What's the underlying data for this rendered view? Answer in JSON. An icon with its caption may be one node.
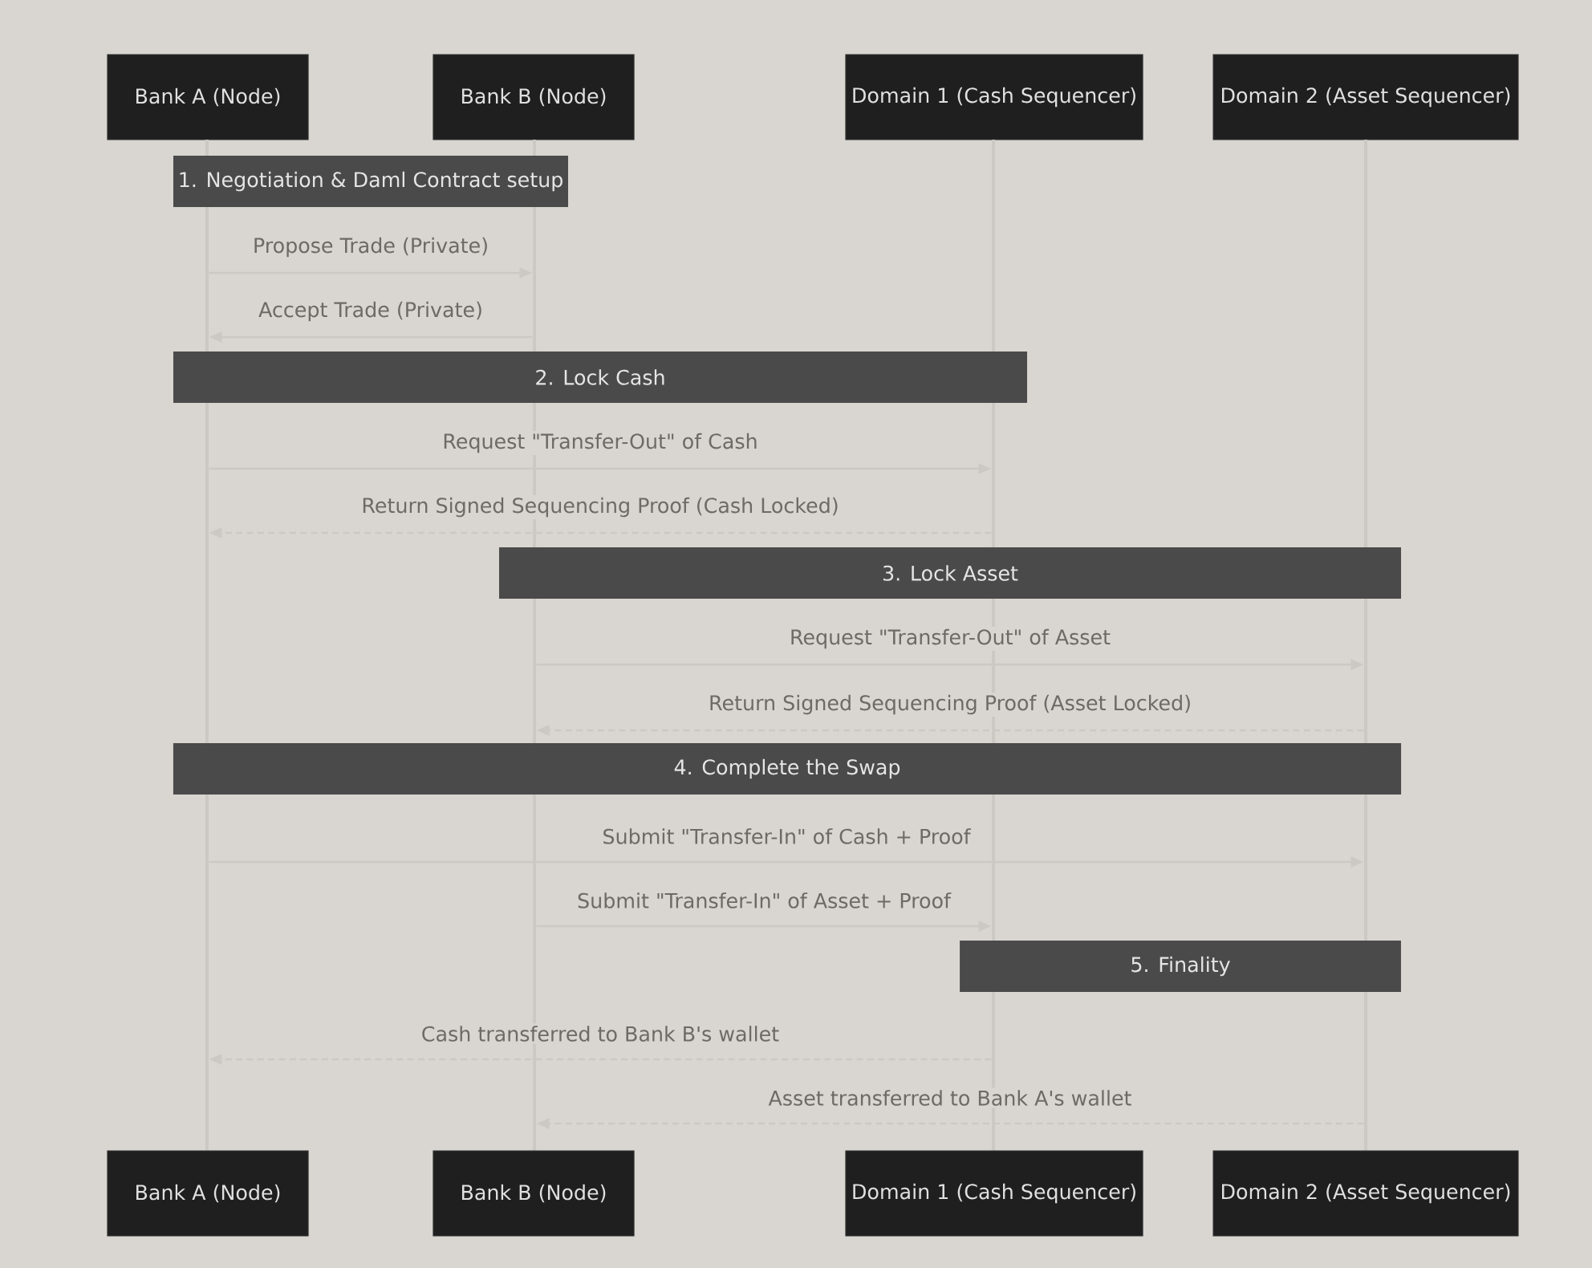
{
  "diagram": {
    "nodes": [
      {
        "text": [
          "Bank A (Node)"
        ]
      },
      {
        "text": [
          "Bank B (Node)"
        ]
      },
      {
        "text": [
          "Domain 1 (Cash Sequencer)"
        ]
      },
      {
        "text": [
          "Domain 2 (Asset Sequencer)"
        ]
      },
      {
        "text": [],
        "shape": "bar"
      },
      {
        "text": [],
        "shape": "bar"
      },
      {
        "text": [],
        "shape": "bar"
      },
      {
        "text": [],
        "shape": "bar"
      },
      {
        "text": [
          "1. Negotiation & Daml Contract setup"
        ]
      },
      {
        "text": [
          "2. Lock Cash"
        ]
      },
      {
        "text": [
          "3. Lock Asset"
        ]
      },
      {
        "text": [
          "4. Complete the Swap"
        ]
      },
      {
        "text": [
          "5. Finality"
        ]
      },
      {
        "text": [
          "Bank A (Node)"
        ]
      },
      {
        "text": [
          "Bank B (Node)"
        ]
      },
      {
        "text": [
          "Domain 1 (Cash Sequencer)"
        ]
      },
      {
        "text": [
          "Domain 2 (Asset Sequencer)"
        ]
      }
    ],
    "edges": [
      {
        "from": 4,
        "to": 5,
        "arrow": "to",
        "label": "Propose Trade (Private)"
      },
      {
        "from": 5,
        "to": 4,
        "arrow": "to",
        "label": "Accept Trade (Private)"
      },
      {
        "from": 4,
        "to": 6,
        "arrow": "to",
        "label": "Request \"Transfer-Out\" of Cash"
      },
      {
        "from": 6,
        "to": 4,
        "arrow": "to",
        "label": "Return Signed Sequencing Proof (Cash Locked)",
        "style": "dashed"
      },
      {
        "from": 5,
        "to": 7,
        "arrow": "to",
        "label": "Request \"Transfer-Out\" of Asset"
      },
      {
        "from": 7,
        "to": 5,
        "arrow": "to",
        "label": "Return Signed Sequencing Proof (Asset Locked)",
        "style": "dashed"
      },
      {
        "from": 4,
        "to": 7,
        "arrow": "to",
        "label": "Submit \"Transfer-In\" of Cash + Proof"
      },
      {
        "from": 5,
        "to": 6,
        "arrow": "to",
        "label": "Submit \"Transfer-In\" of Asset + Proof"
      },
      {
        "from": 6,
        "to": 4,
        "arrow": "to",
        "label": "Cash transferred to Bank B's wallet",
        "style": "dashed"
      },
      {
        "from": 7,
        "to": 5,
        "arrow": "to",
        "label": "Asset transferred to Bank A's wallet",
        "style": "dashed"
      }
    ]
  }
}
